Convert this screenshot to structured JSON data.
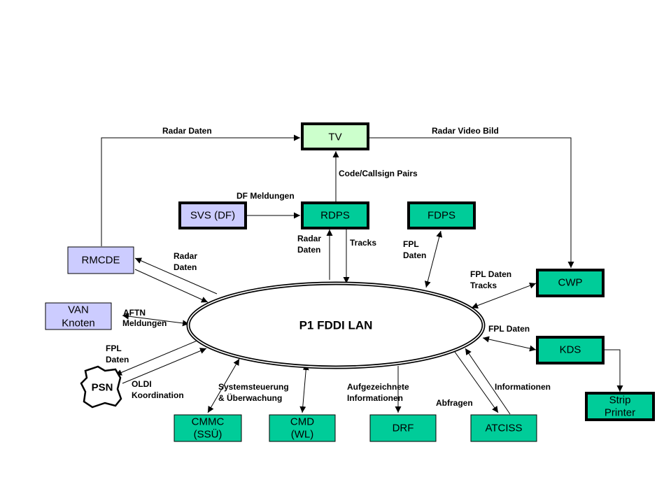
{
  "colors": {
    "tv_fill": "#ccffcc",
    "primary_fill": "#00cc99",
    "external_fill": "#ccccff",
    "stroke": "#000000",
    "background": "#ffffff"
  },
  "lan": {
    "label": "P1 FDDI LAN"
  },
  "nodes": {
    "tv": {
      "label": "TV"
    },
    "svs": {
      "label": "SVS (DF)"
    },
    "rdps": {
      "label": "RDPS"
    },
    "fdps": {
      "label": "FDPS"
    },
    "rmcde": {
      "label": "RMCDE"
    },
    "van": {
      "line1": "VAN",
      "line2": "Knoten"
    },
    "cwp": {
      "label": "CWP"
    },
    "kds": {
      "label": "KDS"
    },
    "strip_printer": {
      "line1": "Strip",
      "line2": "Printer"
    },
    "psn": {
      "label": "PSN"
    },
    "cmmc": {
      "line1": "CMMC",
      "line2": "(SSÜ)"
    },
    "cmd": {
      "line1": "CMD",
      "line2": "(WL)"
    },
    "drf": {
      "label": "DRF"
    },
    "atciss": {
      "label": "ATCISS"
    }
  },
  "edges": {
    "rmcde_tv": "Radar Daten",
    "tv_cwp": "Radar Video Bild",
    "rdps_tv": "Code/Callsign Pairs",
    "svs_rdps": "DF Meldungen",
    "lan_rdps_1": "Radar",
    "lan_rdps_2": "Daten",
    "rdps_lan": "Tracks",
    "fdps_lan_1": "FPL",
    "fdps_lan_2": "Daten",
    "rmcde_lan_1": "Radar",
    "rmcde_lan_2": "Daten",
    "van_lan_1": "AFTN",
    "van_lan_2": "Meldungen",
    "cwp_lan_1": "FPL Daten",
    "cwp_lan_2": "Tracks",
    "kds_lan": "FPL Daten",
    "psn_fpl_1": "FPL",
    "psn_fpl_2": "Daten",
    "psn_oldi_1": "OLDI",
    "psn_oldi_2": "Koordination",
    "cmmc_lan_1": "Systemsteuerung",
    "cmmc_lan_2": "& Überwachung",
    "drf_lan_1": "Aufgezeichnete",
    "drf_lan_2": "Informationen",
    "atciss_abfragen": "Abfragen",
    "atciss_info": "Informationen"
  }
}
